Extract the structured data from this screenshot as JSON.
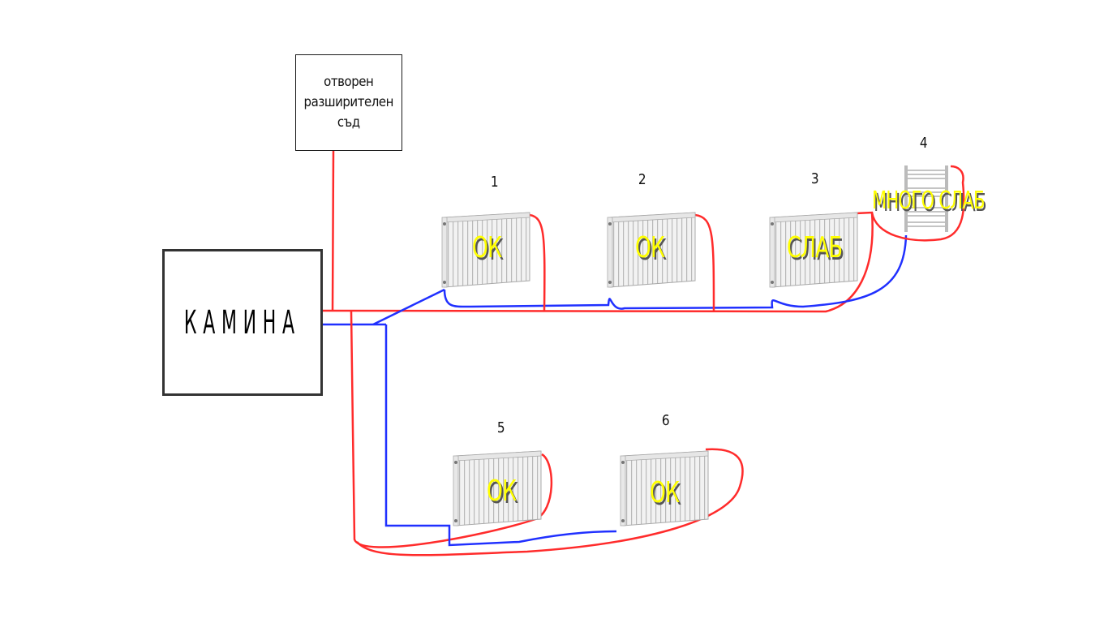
{
  "diagram": {
    "title": "Heating circuit with fireplace and radiators",
    "expansion_tank": {
      "label": "отворен\nразширителен\nсъд"
    },
    "boiler": {
      "label": "КАМИНА"
    },
    "colors": {
      "supply_pipe": "#ff2b2b",
      "return_pipe": "#2030ff",
      "status_text": "#ffff00"
    },
    "radiators": [
      {
        "number": "1",
        "status": "ОК",
        "type": "panel"
      },
      {
        "number": "2",
        "status": "ОК",
        "type": "panel"
      },
      {
        "number": "3",
        "status": "СЛАБ",
        "type": "panel"
      },
      {
        "number": "4",
        "status": "МНОГО СЛАБ",
        "type": "towel-rail"
      },
      {
        "number": "5",
        "status": "ОК",
        "type": "panel"
      },
      {
        "number": "6",
        "status": "ОК",
        "type": "panel"
      }
    ]
  }
}
